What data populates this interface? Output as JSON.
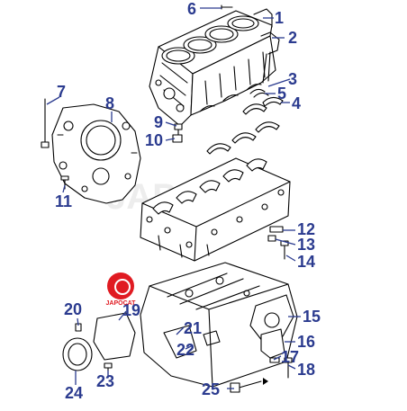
{
  "diagram": {
    "accent_color": "#2b3b8f",
    "logo_color": "#e01b22",
    "part_labels": [
      {
        "id": "6",
        "text": "6"
      },
      {
        "id": "1",
        "text": "1"
      },
      {
        "id": "2",
        "text": "2"
      },
      {
        "id": "7",
        "text": "7"
      },
      {
        "id": "8",
        "text": "8"
      },
      {
        "id": "3",
        "text": "3"
      },
      {
        "id": "5",
        "text": "5"
      },
      {
        "id": "4",
        "text": "4"
      },
      {
        "id": "9",
        "text": "9"
      },
      {
        "id": "10",
        "text": "10"
      },
      {
        "id": "11",
        "text": "11"
      },
      {
        "id": "12",
        "text": "12"
      },
      {
        "id": "13",
        "text": "13"
      },
      {
        "id": "14",
        "text": "14"
      },
      {
        "id": "20",
        "text": "20"
      },
      {
        "id": "15",
        "text": "15"
      },
      {
        "id": "21",
        "text": "21"
      },
      {
        "id": "16",
        "text": "16"
      },
      {
        "id": "22",
        "text": "22"
      },
      {
        "id": "19",
        "text": "19"
      },
      {
        "id": "17",
        "text": "17"
      },
      {
        "id": "23",
        "text": "23"
      },
      {
        "id": "18",
        "text": "18"
      },
      {
        "id": "24",
        "text": "24"
      },
      {
        "id": "25",
        "text": "25"
      }
    ],
    "logo": {
      "text": "JAPOCAT"
    },
    "watermark": {
      "text": "JAPOCAT"
    }
  }
}
